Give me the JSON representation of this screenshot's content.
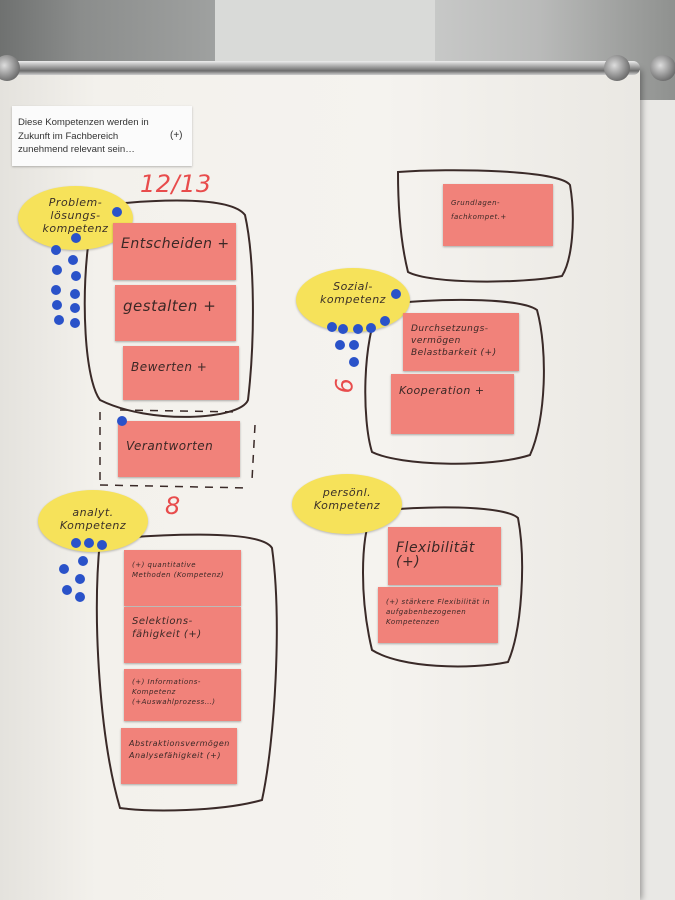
{
  "label_card": {
    "text": "Diese Kompetenzen werden in Zukunft im Fachbereich zunehmend relevant sein…",
    "plus": "(+)"
  },
  "groups": {
    "problem": {
      "title": "Problem-lösungs-kompetenz",
      "count": "12/13",
      "notes": [
        "Entscheiden +",
        "gestalten +",
        "Bewerten +",
        "Verantworten"
      ]
    },
    "sozial": {
      "title": "Sozial-kompetenz",
      "count": "9",
      "notes": [
        "Grundlagen-fachkompet.+",
        "Durchsetzungs-vermögen Belastbarkeit (+)",
        "Kooperation +"
      ]
    },
    "analyt": {
      "title": "analyt. Kompetenz",
      "count": "8",
      "notes": [
        "(+) quantitative Methoden (Kompetenz)",
        "Selektions-fähigkeit (+)",
        "(+) Informations-Kompetenz (+Auswahlprozess…)",
        "Abstraktionsvermögen Analysefähigkeit (+)"
      ]
    },
    "persoenl": {
      "title": "persönl. Kompetenz",
      "notes": [
        "Flexibilität (+)",
        "(+) stärkere Flexibilität in aufgabenbezogenen Kompetenzen"
      ]
    }
  },
  "colors": {
    "sticky_note": "#f1827a",
    "oval": "#f6e25a",
    "dot": "#2a52c9",
    "count_marker": "#e84c4c"
  }
}
